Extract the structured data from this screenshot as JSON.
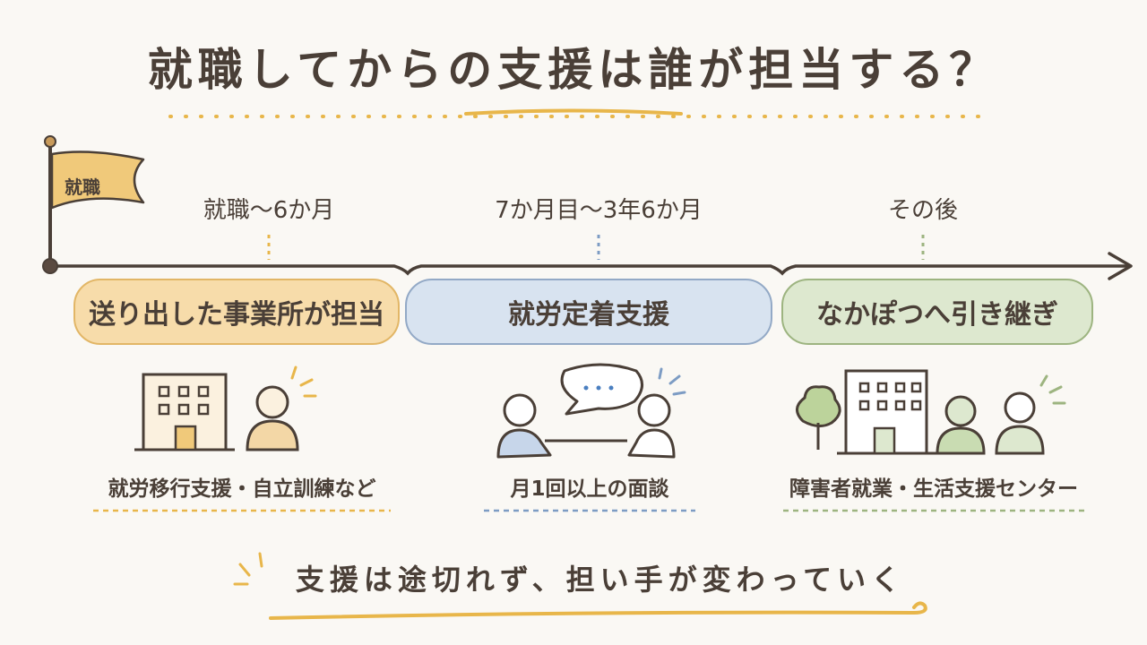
{
  "title": "就職してからの支援は誰が担当する？",
  "flag_label": "就職",
  "stages": [
    {
      "period": "就職〜6か月",
      "label": "送り出した事業所が担当",
      "caption": "就労移行支援・自立訓練など"
    },
    {
      "period": "7か月目〜3年6か月",
      "label": "就労定着支援",
      "caption": "月1回以上の面談"
    },
    {
      "period": "その後",
      "label": "なかぽつへ引き継ぎ",
      "caption": "障害者就業・生活支援センター"
    }
  ],
  "summary": "支援は途切れず、担い手が変わっていく",
  "colors": {
    "orange": "#f7dcaa",
    "blue": "#d8e3f0",
    "green": "#dde8cf",
    "ink": "#4a3f37",
    "gold_underline": "#e8b64a"
  },
  "icons": [
    "flag-icon",
    "office-building-icon",
    "person-icon",
    "speech-bubble-icon",
    "tree-icon"
  ]
}
